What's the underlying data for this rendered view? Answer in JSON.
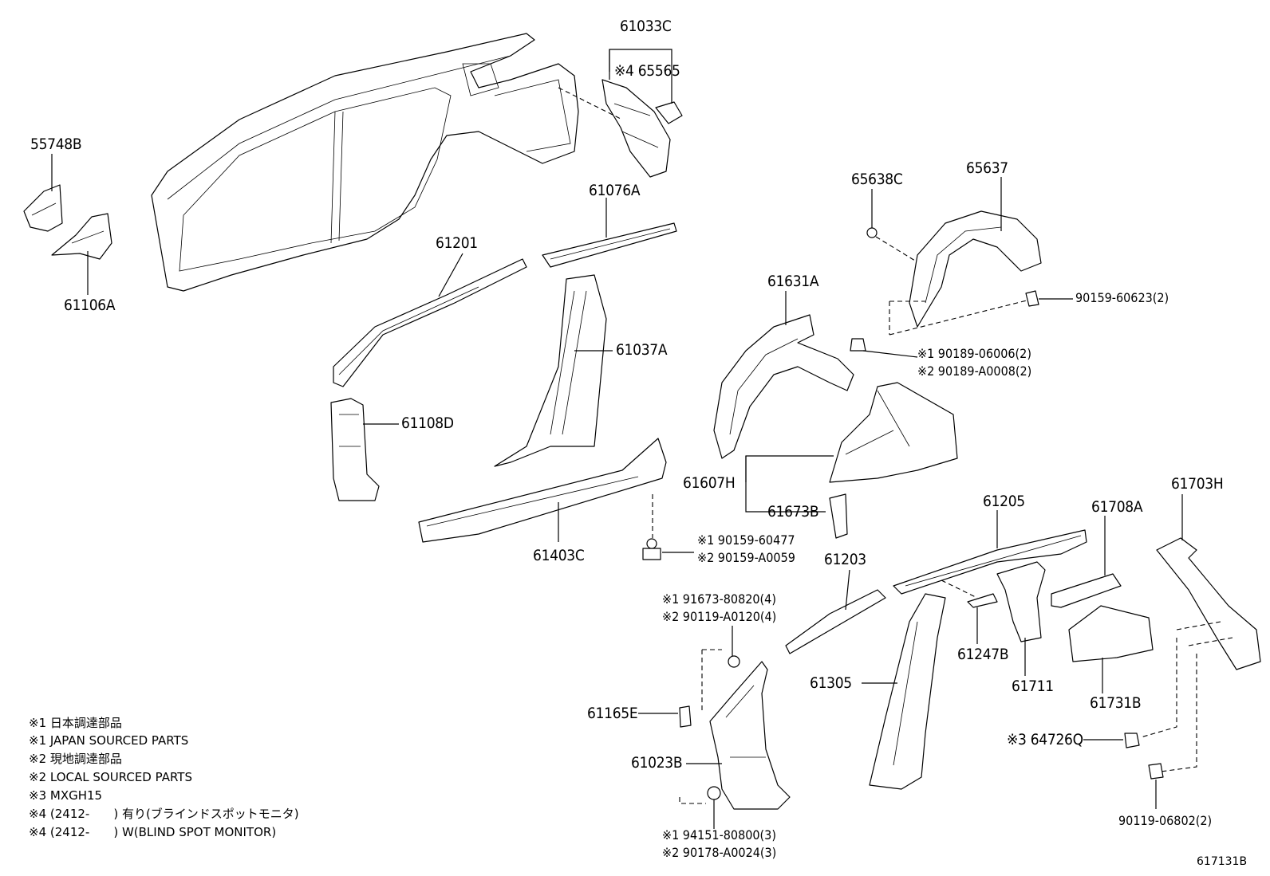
{
  "part_numbers": {
    "p61033C": "61033C",
    "p65565": "※4 65565",
    "p55748B": "55748B",
    "p61106A": "61106A",
    "p61076A": "61076A",
    "p61201": "61201",
    "p65638C": "65638C",
    "p65637": "65637",
    "p90159_60623": "90159-60623(2)",
    "p61631A": "61631A",
    "p90189_06006": "※1 90189-06006(2)",
    "p90189_A0008": "※2 90189-A0008(2)",
    "p61037A": "61037A",
    "p61108D": "61108D",
    "p61607H": "61607H",
    "p61673B": "61673B",
    "p61403C": "61403C",
    "p90159_60477": "※1 90159-60477",
    "p90159_A0059": "※2 90159-A0059",
    "p61205": "61205",
    "p61708A": "61708A",
    "p61703H": "61703H",
    "p61203": "61203",
    "p91673_80820": "※1 91673-80820(4)",
    "p90119_A0120": "※2 90119-A0120(4)",
    "p61247B": "61247B",
    "p61711": "61711",
    "p61731B": "61731B",
    "p61305": "61305",
    "p61165E": "61165E",
    "p64726Q": "※3 64726Q",
    "p61023B": "61023B",
    "p90119_06802": "90119-06802(2)",
    "p94151_80800": "※1 94151-80800(3)",
    "p90178_A0024": "※2 90178-A0024(3)"
  },
  "notes": [
    "※1 日本調達部品",
    "※1 JAPAN SOURCED PARTS",
    "※2 現地調達部品",
    "※2 LOCAL SOURCED PARTS",
    "※3 MXGH15",
    "※4 (2412-　　) 有り(ブラインドスポットモニタ)",
    "※4 (2412-　　) W(BLIND SPOT MONITOR)"
  ],
  "diagram_ref": "617131B"
}
